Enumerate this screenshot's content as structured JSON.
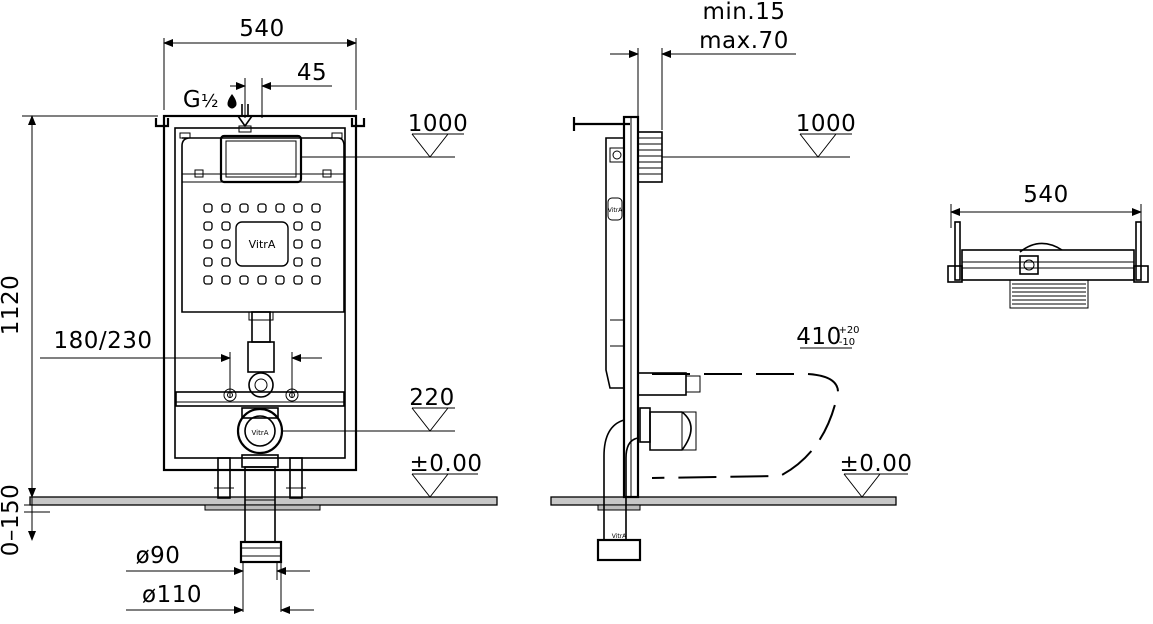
{
  "front_view": {
    "width_label": "540",
    "offset_label": "45",
    "thread_label_g": "G",
    "thread_label_frac": "½",
    "height_label": "1120",
    "spacing_label": "180/230",
    "floor_range_label": "0–150",
    "level_1000": "1000",
    "level_220": "220",
    "level_zero": "±0.00",
    "dia_90": "ø90",
    "dia_110": "ø110",
    "brand": "VitrA"
  },
  "side_view": {
    "min_label": "min.15",
    "max_label": "max.70",
    "level_1000": "1000",
    "level_410": "410",
    "tol_plus": "+20",
    "tol_minus": "-10",
    "level_zero": "±0.00"
  },
  "top_view": {
    "width_label": "540"
  }
}
